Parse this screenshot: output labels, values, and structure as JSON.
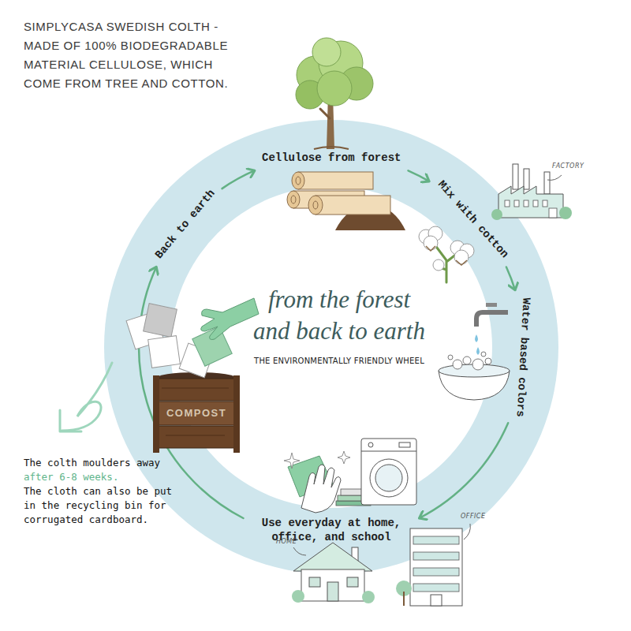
{
  "diagram": {
    "title": "from the forest and back to earth",
    "nodes": [
      {
        "text": [
          "Cellulose from forest"
        ]
      },
      {
        "text": [
          "Mix with cotton"
        ]
      },
      {
        "text": [
          "Water based colors"
        ]
      },
      {
        "text": [
          "Use everyday at home, office, and school"
        ]
      },
      {
        "text": [
          "Back to earth"
        ]
      }
    ],
    "edges": [
      {
        "from": 0,
        "to": 1,
        "arrow": "to"
      },
      {
        "from": 1,
        "to": 2,
        "arrow": "to"
      },
      {
        "from": 2,
        "to": 3,
        "arrow": "to"
      },
      {
        "from": 3,
        "to": 4,
        "arrow": "to"
      },
      {
        "from": 4,
        "to": 0,
        "arrow": "to"
      }
    ],
    "labels": [
      "SIMPLYCASA SWEDISH COLTH - MADE OF 100% BIODEGRADABLE MATERIAL CELLULOSE, WHICH COME FROM TREE AND COTTON.",
      "FACTORY",
      "THE ENVIRONMENTALLY FRIENDLY WHEEL",
      "COMPOST",
      "The colth moulders away",
      "after 6-8 weeks.",
      "The cloth can also be put in the recycling bin for corrugated cardboard.",
      "HOME",
      "OFFICE"
    ]
  }
}
